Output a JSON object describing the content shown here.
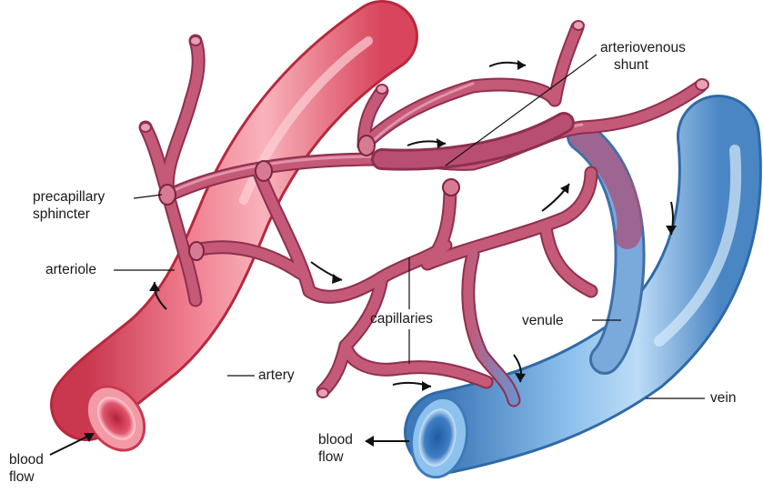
{
  "labels": {
    "arteriovenous_shunt": [
      "arteriovenous",
      "shunt"
    ],
    "precapillary_sphincter": [
      "precapillary",
      "sphincter"
    ],
    "arteriole": "arteriole",
    "capillaries": "capillaries",
    "venule": "venule",
    "artery": "artery",
    "vein": "vein",
    "blood_flow_in": [
      "blood",
      "flow"
    ],
    "blood_flow_out": [
      "blood",
      "flow"
    ]
  },
  "colors": {
    "artery": "#e8546a",
    "artery_light": "#f7a3ae",
    "artery_dark": "#b8283d",
    "capillary": "#c45a78",
    "capillary_dark": "#8f2f4e",
    "vein": "#5d9ad6",
    "vein_light": "#a9d0f2",
    "vein_dark": "#2f6aa8",
    "arrow": "#111111",
    "leader_line": "#111111"
  }
}
